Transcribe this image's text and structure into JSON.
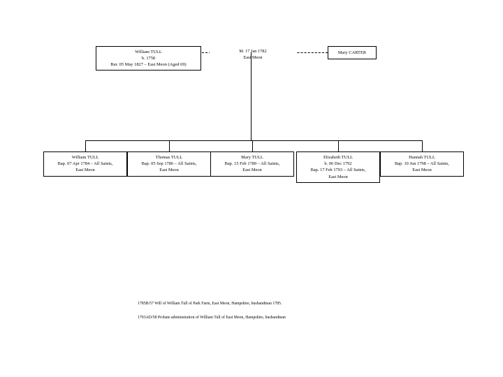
{
  "father": {
    "lines": [
      "William TULL",
      "b. 1758",
      "Bur. 05 May 1827 – East Meon (Aged 69)"
    ]
  },
  "mother": {
    "lines": [
      "Mary CARTER"
    ]
  },
  "marriage": {
    "lines": [
      "M. 17 Jan 1782",
      "East Meon"
    ]
  },
  "children": [
    {
      "lines": [
        "William TULL",
        "Bap. 07 Apr 1784 – All Saints,",
        "East Meon"
      ]
    },
    {
      "lines": [
        "Thomas TULL",
        "Bap. 05 Sep 1786 – All Saints,",
        "East Meon"
      ]
    },
    {
      "lines": [
        "Mary TULL",
        "Bap. 15 Feb 1789 – All Saints,",
        "East Meon"
      ]
    },
    {
      "lines": [
        "Elizabeth TULL",
        "b. 06 Dec 1792",
        "Bap. 17 Feb 1793 – All Saints,",
        "East Meon"
      ]
    },
    {
      "lines": [
        "Hannah TULL",
        "Bap. 10 Jun 1798 – All Saints,",
        "East Meon"
      ]
    }
  ],
  "footnotes": [
    "1785B/57 Will of William Tull of Park Farm, East Meon, Hampshire, husbandman 1785.",
    "1793AD/58 Probate administration of William Tull of East Meon, Hampshire, husbandman"
  ],
  "colors": {
    "background": "#ffffff",
    "text": "#000000",
    "line": "#000000"
  }
}
